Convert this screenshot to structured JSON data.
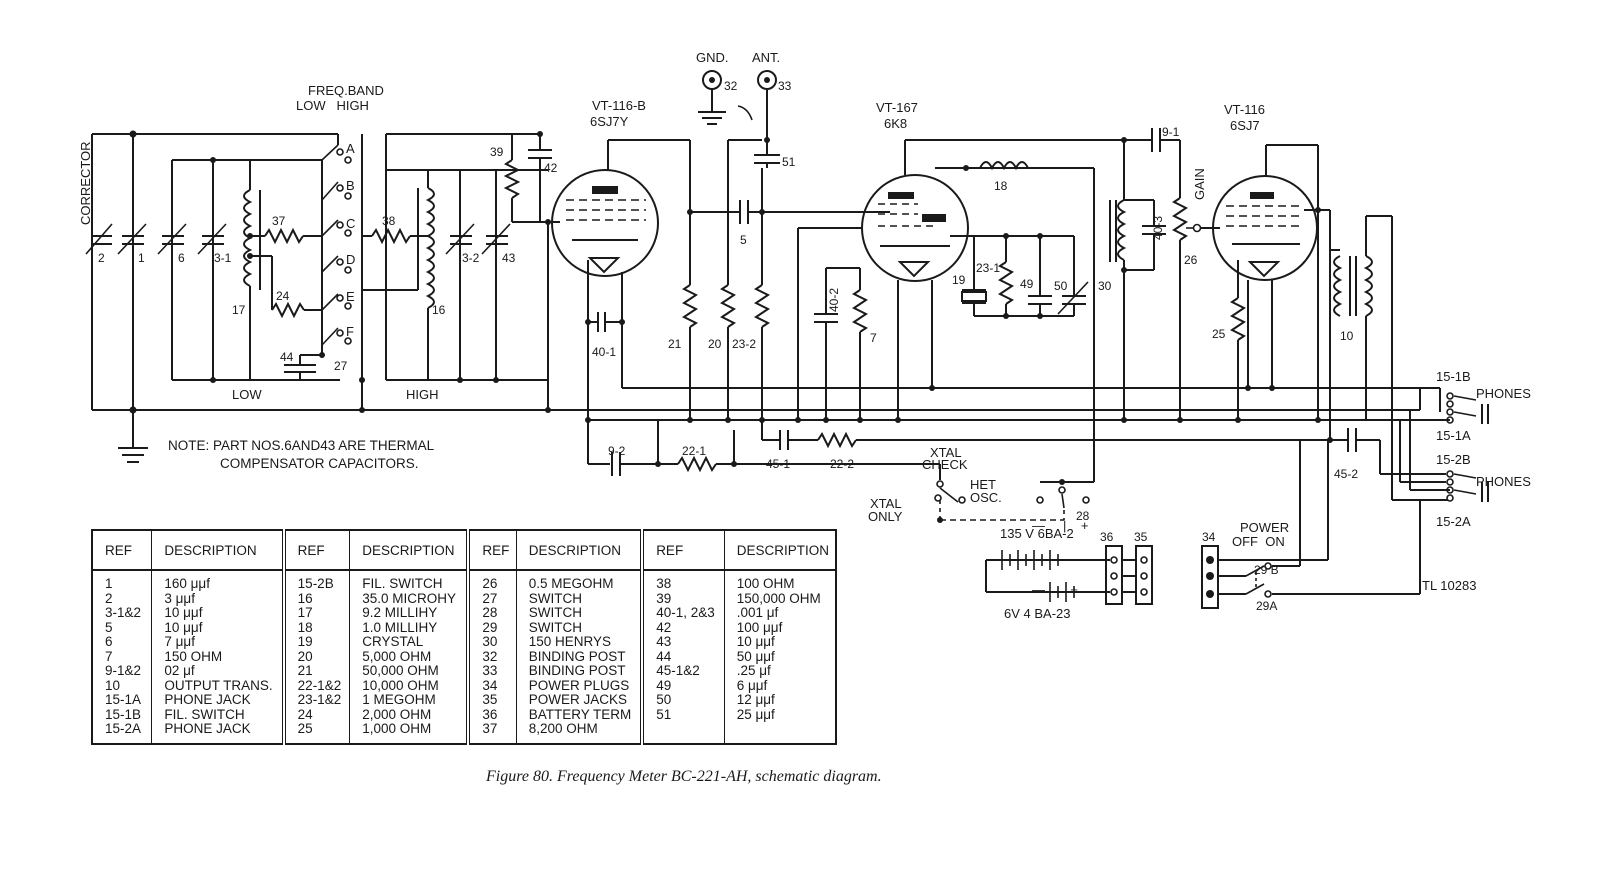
{
  "caption": "Figure 80.  Frequency Meter BC-221-AH, schematic diagram.",
  "note": {
    "line1": "NOTE: PART NOS.6AND43 ARE THERMAL",
    "line2": "COMPENSATOR CAPACITORS."
  },
  "tubes": {
    "vt116b": {
      "type": "VT-116-B",
      "base": "6SJ7Y"
    },
    "vt167": {
      "type": "VT-167",
      "base": "6K8"
    },
    "vt116": {
      "type": "VT-116",
      "base": "6SJ7"
    }
  },
  "labels": {
    "freq_band": "FREQ.BAND",
    "low_high": "LOW   HIGH",
    "corrector": "CORRECTOR",
    "gnd": "GND.",
    "ant": "ANT.",
    "low": "LOW",
    "high": "HIGH",
    "gain": "GAIN",
    "phones_a": "PHONES",
    "phones_b": "PHONES",
    "xtal_check": "XTAL\nCHECK",
    "xtal_only": "XTAL\nONLY",
    "het_osc": "HET\nOSC.",
    "power": "POWER",
    "off_on": "OFF  ON",
    "bat1": "135 V 6BA-2",
    "bat2": "6V 4 BA-23",
    "tl": "TL 10283",
    "j15_1b": "15-1B",
    "j15_1a": "15-1A",
    "j15_2b": "15-2B",
    "j15_2a": "15-2A"
  },
  "table": {
    "headers": [
      "REF",
      "DESCRIPTION",
      "REF",
      "DESCRIPTION",
      "REF",
      "DESCRIPTION",
      "REF",
      "DESCRIPTION"
    ],
    "columns": [
      {
        "refs": [
          "1",
          "2",
          "3-1&2",
          "5",
          "6",
          "7",
          "9-1&2",
          "10",
          "15-1A",
          "15-1B",
          "15-2A"
        ],
        "descs": [
          "160 μμf",
          "3 μμf",
          "10 μμf",
          "10 μμf",
          "7 μμf",
          "150 OHM",
          "02 μf",
          "OUTPUT TRANS.",
          "PHONE JACK",
          "FIL. SWITCH",
          "PHONE JACK"
        ]
      },
      {
        "refs": [
          "15-2B",
          "16",
          "17",
          "18",
          "19",
          "20",
          "21",
          "22-1&2",
          "23-1&2",
          "24",
          "25"
        ],
        "descs": [
          "FIL. SWITCH",
          "35.0 MICROHY",
          "9.2 MILLIHY",
          "1.0 MILLIHY",
          "CRYSTAL",
          "5,000 OHM",
          "50,000 OHM",
          "10,000 OHM",
          "1 MEGOHM",
          "2,000 OHM",
          "1,000 OHM"
        ]
      },
      {
        "refs": [
          "26",
          "27",
          "28",
          "29",
          "30",
          "32",
          "33",
          "34",
          "35",
          "36",
          "37"
        ],
        "descs": [
          "0.5 MEGOHM",
          "SWITCH",
          "SWITCH",
          "SWITCH",
          "150 HENRYS",
          "BINDING POST",
          "BINDING POST",
          "POWER PLUGS",
          "POWER JACKS",
          "BATTERY TERM",
          "8,200 OHM"
        ]
      },
      {
        "refs": [
          "38",
          "39",
          "40-1, 2&3",
          "42",
          "43",
          "44",
          "45-1&2",
          "49",
          "50",
          "51"
        ],
        "descs": [
          "100 OHM",
          "150,000 OHM",
          ".001 μf",
          "100 μμf",
          "10 μμf",
          "50 μμf",
          ".25 μf",
          "6 μμf",
          "12 μμf",
          "25 μμf"
        ]
      }
    ]
  },
  "parts": {
    "p2": "2",
    "p1": "1",
    "p6": "6",
    "p3_1": "3-1",
    "p17": "17",
    "p37": "37",
    "p24": "24",
    "p44": "44",
    "p27": "27",
    "p38": "38",
    "p16": "16",
    "p3_2": "3-2",
    "p43": "43",
    "p39": "39",
    "p42": "42",
    "p40_1": "40-1",
    "p9_2": "9-2",
    "p22_1": "22-1",
    "p21": "21",
    "p20": "20",
    "p23_2": "23-2",
    "p5": "5",
    "p51": "51",
    "p32": "32",
    "p33": "33",
    "p18": "18",
    "p40_2": "40-2",
    "p7": "7",
    "p19": "19",
    "p23_1": "23-1",
    "p49": "49",
    "p50": "50",
    "p45_1": "45-1",
    "p22_2": "22-2",
    "p28": "28",
    "p9_1": "9-1",
    "p30": "30",
    "p40_3": "40-3",
    "p26": "26",
    "p25": "25",
    "p10": "10",
    "p45_2": "45-2",
    "p36": "36",
    "p35": "35",
    "p34": "34",
    "p29b": "29 B",
    "p29a": "29A",
    "sa": "A",
    "sb": "B",
    "sc": "C",
    "sd": "D",
    "se": "E",
    "sf": "F"
  }
}
